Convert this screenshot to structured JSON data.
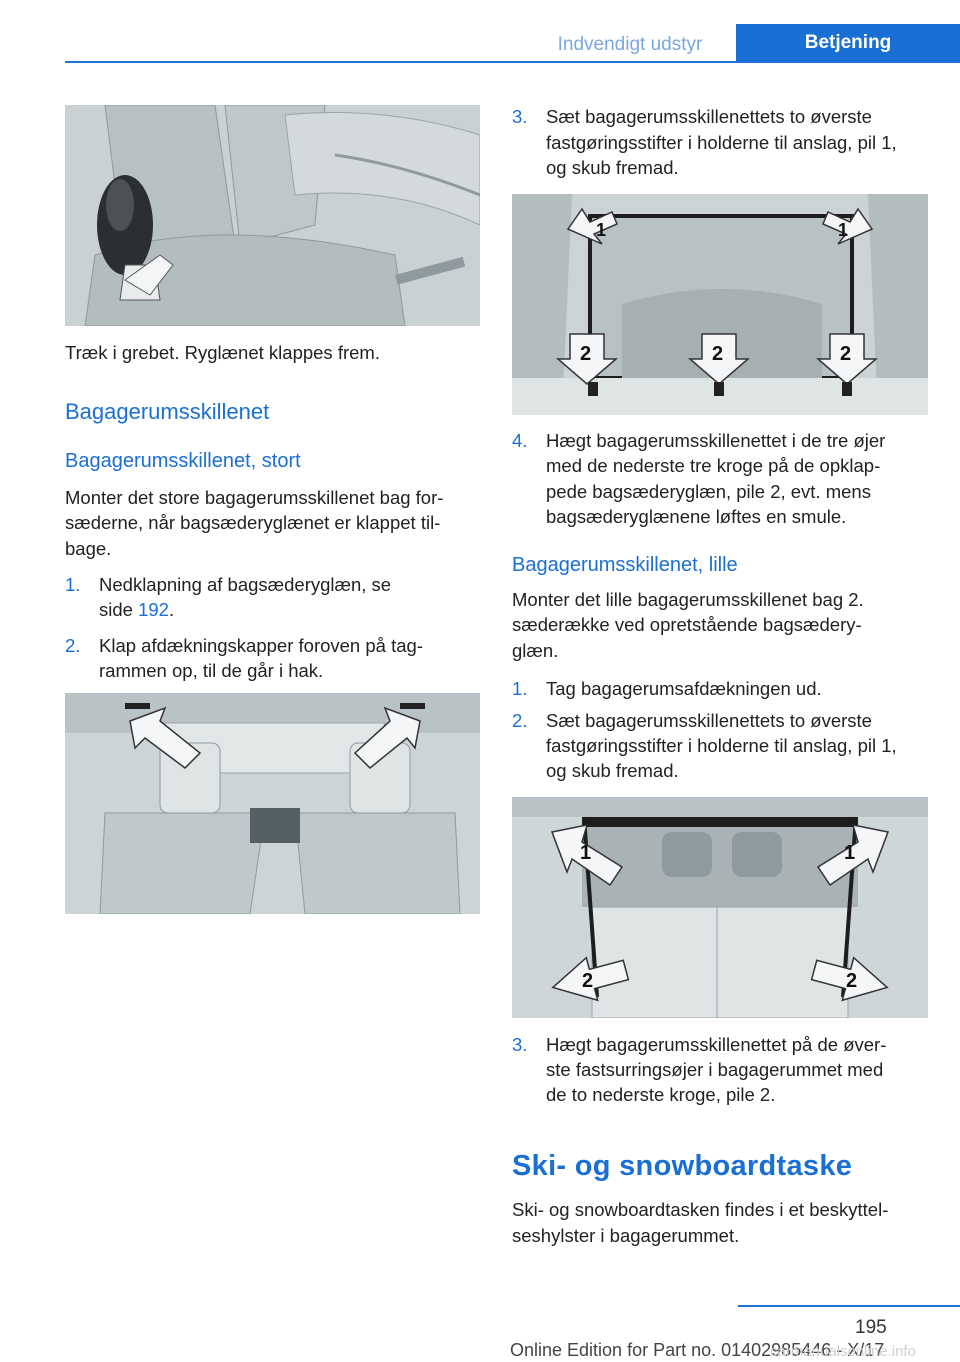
{
  "header": {
    "section": "Indvendigt udstyr",
    "tab": "Betjening"
  },
  "left": {
    "fig1_caption": "Træk i grebet. Ryglænet klappes frem.",
    "heading_main": "Bagagerumsskillenet",
    "heading_sub": "Bagagerumsskillenet, stort",
    "intro_l1": "Monter det store bagagerumsskillenet bag for-",
    "intro_l2": "sæderne, når bagsæderyglænet er klappet til-",
    "intro_l3": "bage.",
    "step1_num": "1.",
    "step1_l1": "Nedklapning af bagsæderyglæn, se",
    "step1_l2a": "side ",
    "step1_link": "192",
    "step1_l2b": ".",
    "step2_num": "2.",
    "step2_l1": "Klap afdækningskapper foroven på tag-",
    "step2_l2": "rammen op, til de går i hak."
  },
  "right": {
    "step3_num": "3.",
    "step3_l1": "Sæt bagagerumsskillenettets to øverste",
    "step3_l2": "fastgøringsstifter i holderne til anslag, pil 1,",
    "step3_l3": "og skub fremad.",
    "fig_labels": [
      "1",
      "1",
      "2",
      "2",
      "2"
    ],
    "step4_num": "4.",
    "step4_l1": "Hægt bagagerumsskillenettet i de tre øjer",
    "step4_l2": "med de nederste tre kroge på de opklap-",
    "step4_l3": "pede bagsæderyglæn, pile 2, evt. mens",
    "step4_l4": "bagsæderyglænene løftes en smule.",
    "small_heading": "Bagagerumsskillenet, lille",
    "small_l1": "Monter det lille bagagerumsskillenet bag 2.",
    "small_l2": "sæderække ved opretstående bagsædery-",
    "small_l3": "glæn.",
    "s1_num": "1.",
    "s1_l1": "Tag bagagerumsafdækningen ud.",
    "s2_num": "2.",
    "s2_l1": "Sæt bagagerumsskillenettets to øverste",
    "s2_l2": "fastgøringsstifter i holderne til anslag, pil 1,",
    "s2_l3": "og skub fremad.",
    "fig4_labels": [
      "1",
      "1",
      "2",
      "2"
    ],
    "s3_num": "3.",
    "s3_l1": "Hægt bagagerumsskillenettet på de øver-",
    "s3_l2": "ste fastsurringsøjer i bagagerummet med",
    "s3_l3": "de to nederste kroge, pile 2.",
    "ski_heading": "Ski- og snowboardtaske",
    "ski_l1": "Ski- og snowboardtasken findes i et beskyttel-",
    "ski_l2": "seshylster i bagagerummet."
  },
  "footer": {
    "page": "195",
    "edition": "Online Edition for Part no. 01402985446 - X/17",
    "watermark": "carmanualsonline.info"
  }
}
